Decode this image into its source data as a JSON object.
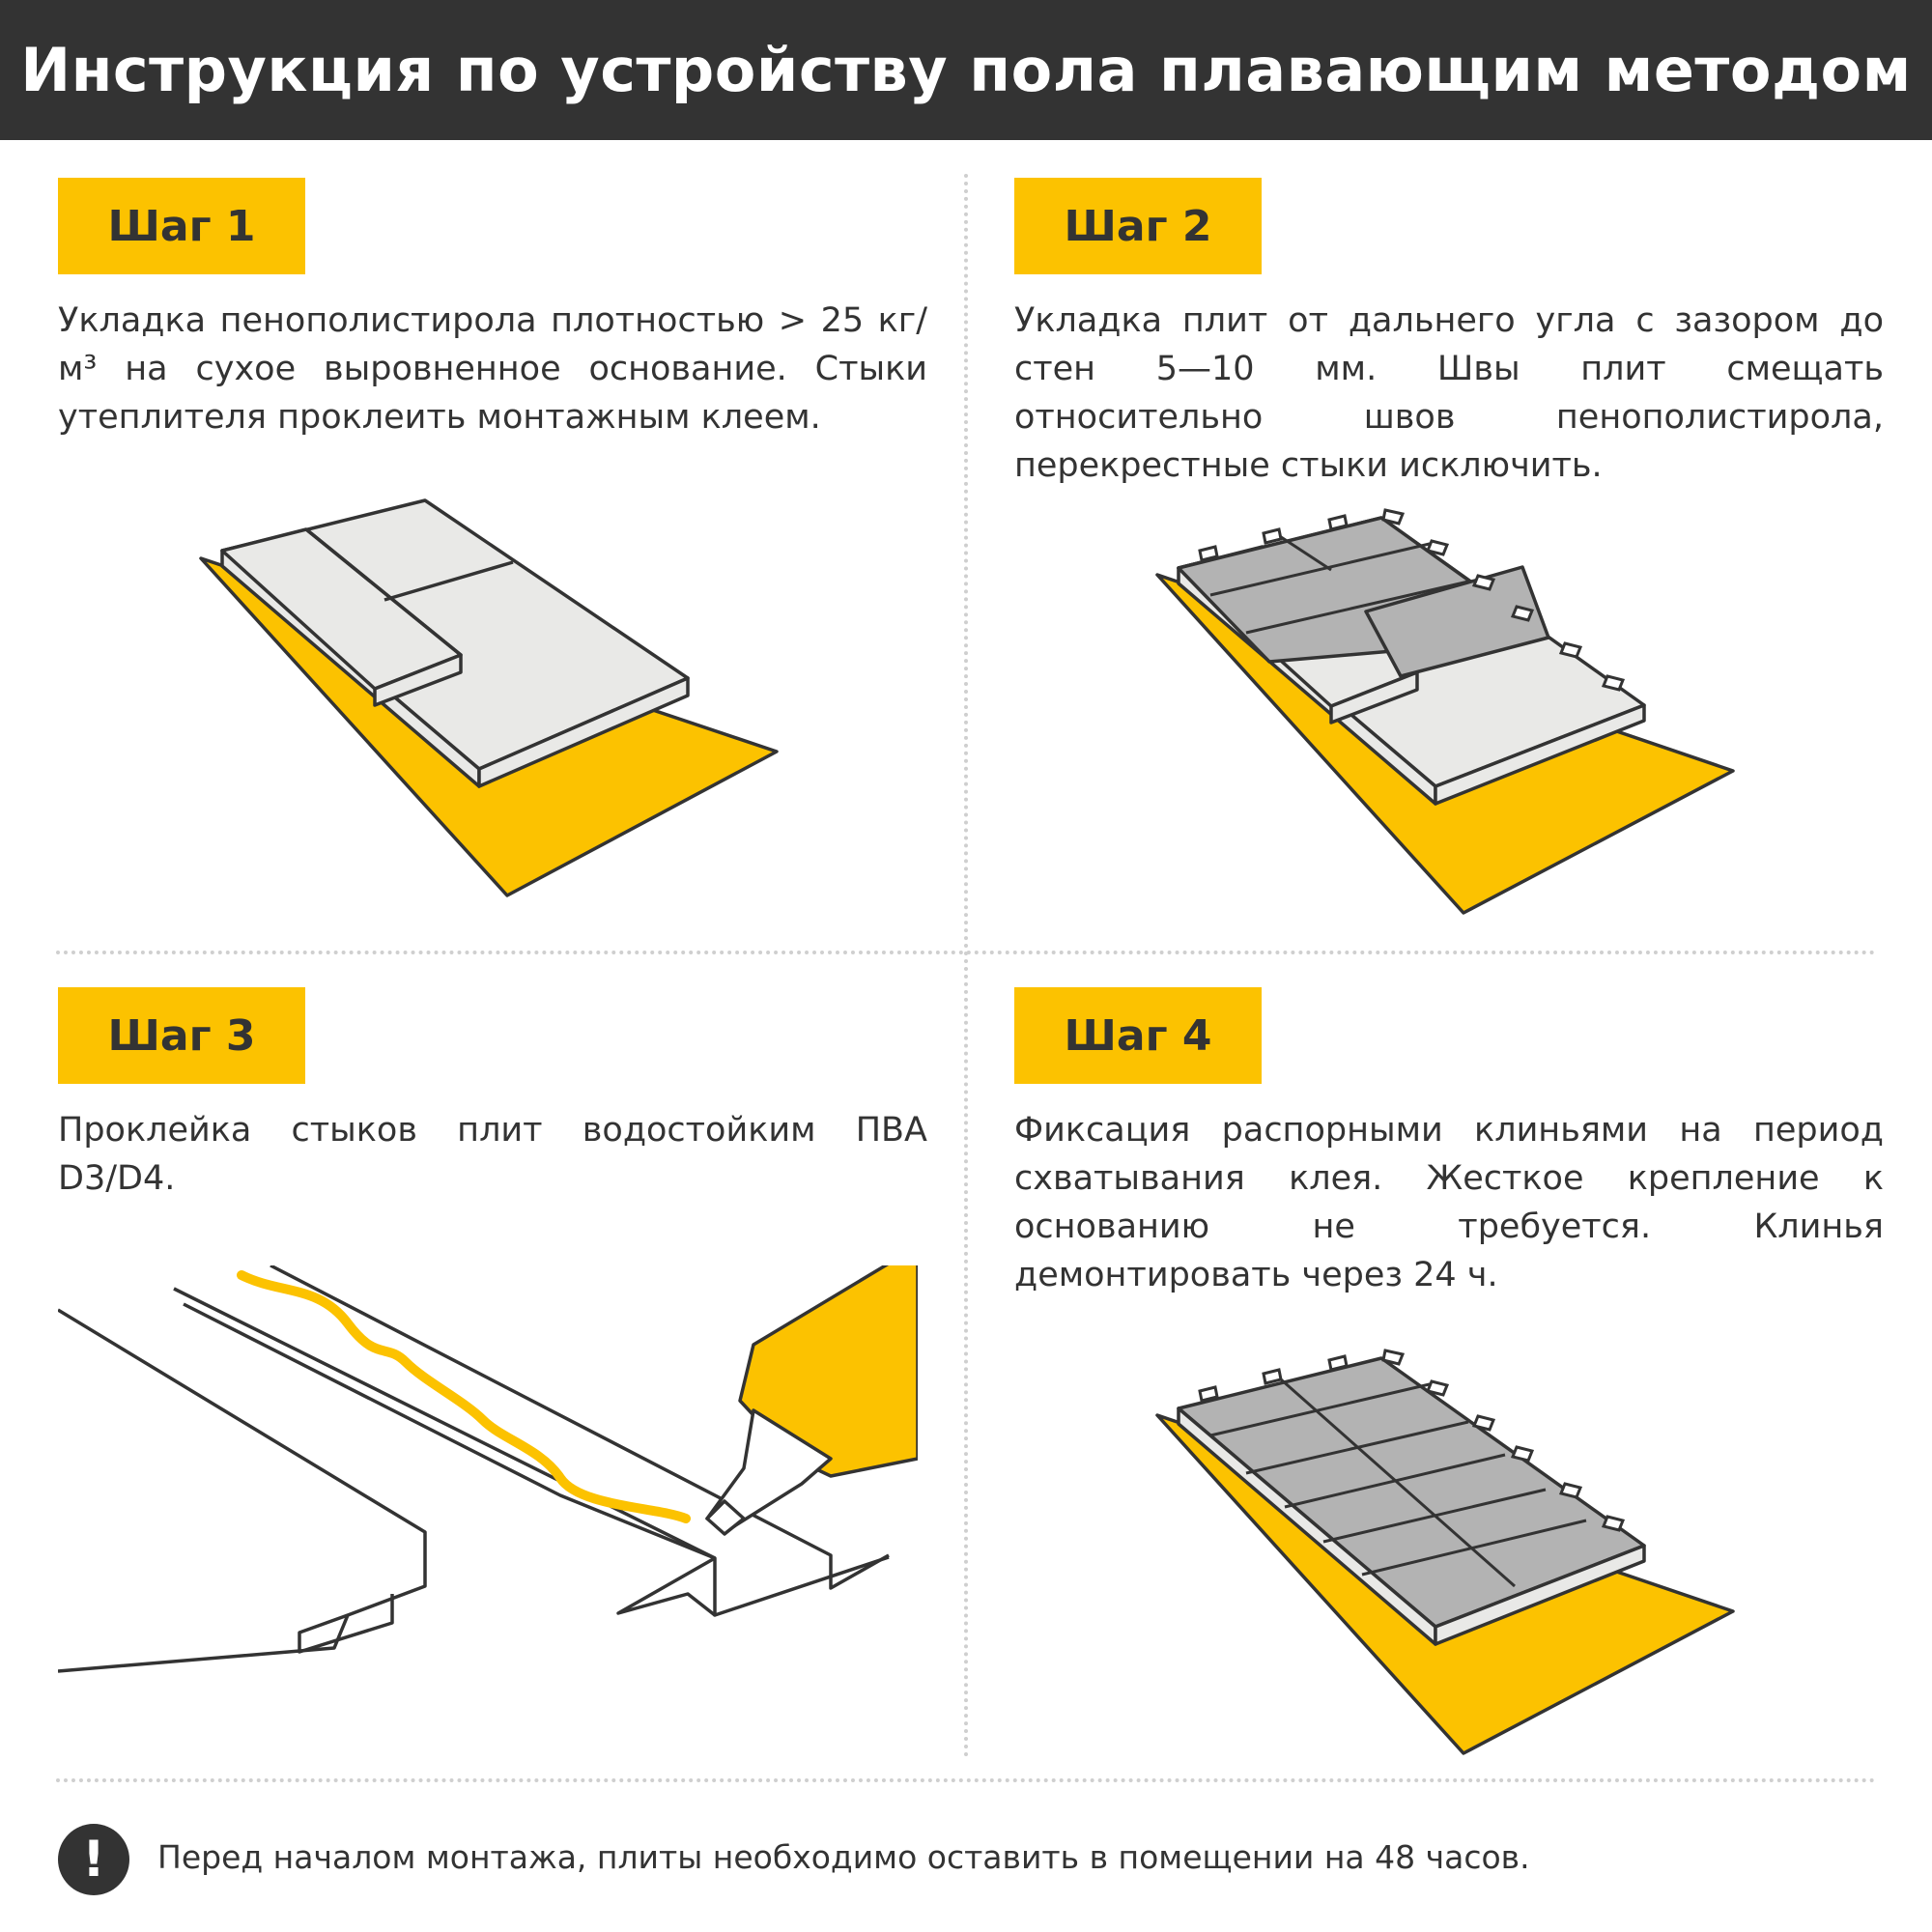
{
  "header": {
    "title": "Инструкция по устройству пола плавающим методом"
  },
  "colors": {
    "accent": "#fcc200",
    "dark": "#333333",
    "board": "#e9e9e7",
    "board_dark": "#b3b3b3"
  },
  "steps": [
    {
      "label": "Шаг 1",
      "text": "Укладка пенополистирола плотностью > 25 кг/м³ на сухое выровненное основание. Стыки утеплителя проклеить монтажным клеем."
    },
    {
      "label": "Шаг 2",
      "text": "Укладка плит от дальнего угла с зазором до стен 5—10 мм. Швы плит смещать относительно швов пенополистирола, перекрестные стыки исключить."
    },
    {
      "label": "Шаг 3",
      "text": "Проклейка стыков плит водостойким ПВА D3/D4."
    },
    {
      "label": "Шаг 4",
      "text": "Фиксация распорными клиньями на период схватывания клея. Жесткое крепление к основанию не требуется. Клинья демонтировать через 24 ч."
    }
  ],
  "notice": {
    "icon": "exclamation-icon",
    "text": "Перед началом монтажа, плиты необходимо оставить в помещении на 48 часов."
  }
}
